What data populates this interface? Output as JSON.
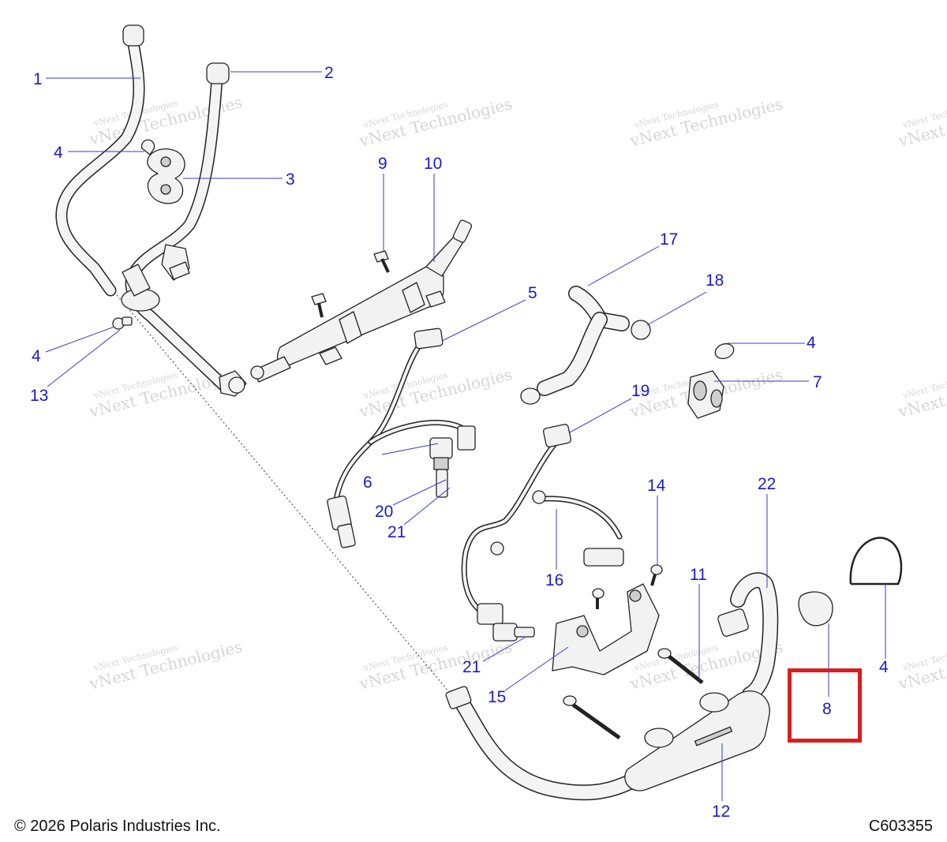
{
  "diagram": {
    "callouts": [
      "1",
      "2",
      "3",
      "4",
      "4",
      "13",
      "9",
      "10",
      "5",
      "17",
      "18",
      "4",
      "7",
      "19",
      "6",
      "20",
      "21",
      "14",
      "11",
      "22",
      "16",
      "21",
      "15",
      "8",
      "4",
      "12"
    ],
    "watermark": {
      "line1": "vNext Technologies",
      "line2": "vNext Technologies"
    },
    "highlight_color": "#d81e1e",
    "callout_color": "#1a1acc",
    "highlighted_callout": "8"
  },
  "footer": {
    "copyright": "© 2026 Polaris Industries Inc.",
    "figure_code": "C603355"
  }
}
